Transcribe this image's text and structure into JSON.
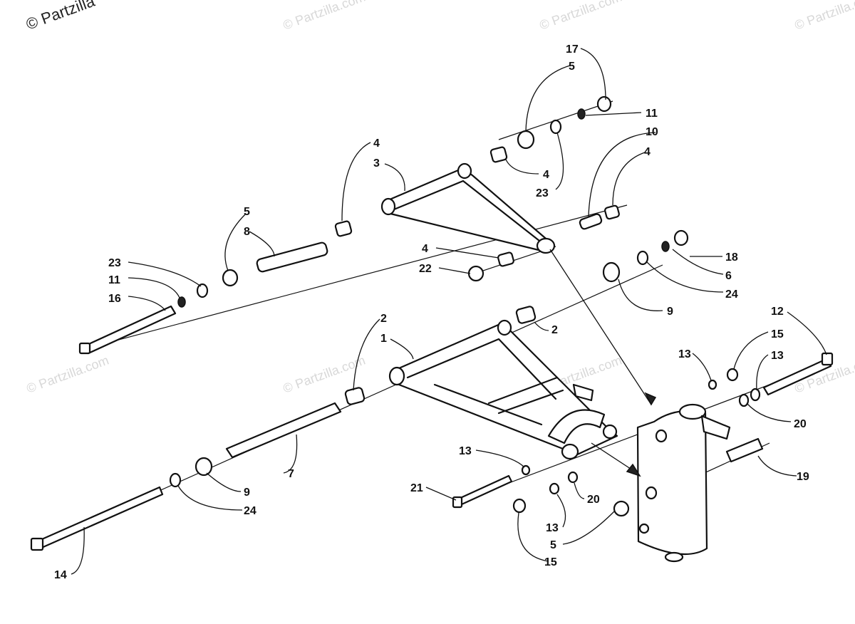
{
  "watermark": {
    "main": "© Partzilla",
    "faint": "© Partzilla.com"
  },
  "callouts": {
    "c17": "17",
    "c5a": "5",
    "c11a": "11",
    "c10": "10",
    "c4a": "4",
    "c4b": "4",
    "c3": "3",
    "c4c": "4",
    "c23a": "23",
    "c5b": "5",
    "c8": "8",
    "c4d": "4",
    "c22": "22",
    "c18": "18",
    "c6": "6",
    "c24a": "24",
    "c23b": "23",
    "c11b": "11",
    "c16": "16",
    "c9a": "9",
    "c2a": "2",
    "c1": "1",
    "c2b": "2",
    "c12": "12",
    "c15a": "15",
    "c13a": "13",
    "c13b": "13",
    "c20a": "20",
    "c13c": "13",
    "c19": "19",
    "c7": "7",
    "c9b": "9",
    "c24b": "24",
    "c21": "21",
    "c20b": "20",
    "c13d": "13",
    "c5c": "5",
    "c15b": "15",
    "c14": "14"
  }
}
